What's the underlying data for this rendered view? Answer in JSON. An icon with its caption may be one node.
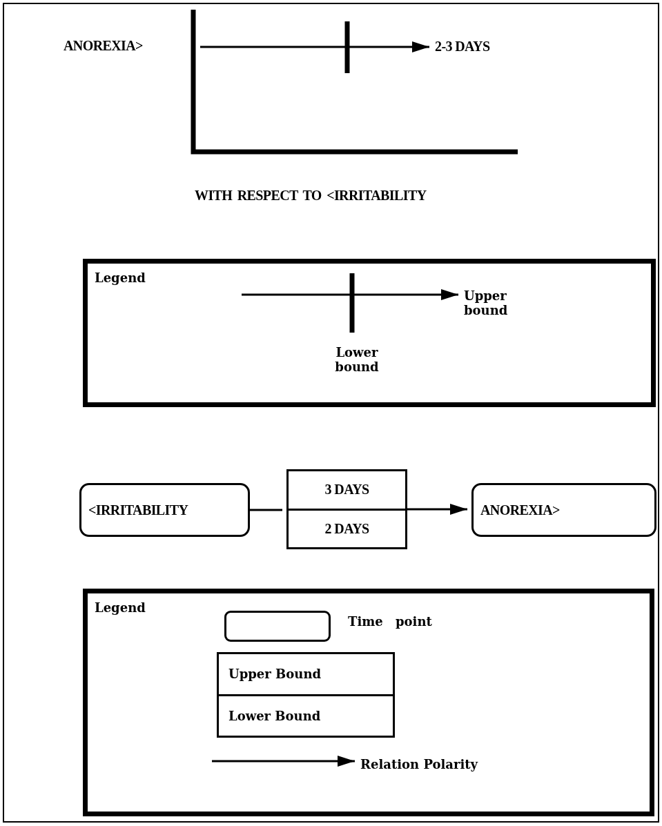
{
  "diagram": {
    "nodes": [
      {
        "text": [
          "2-3 DAYS"
        ]
      },
      {
        "text": [
          "Legend"
        ]
      },
      {
        "text": [
          "Upper bound"
        ],
        "in": 1
      },
      {
        "text": [
          "Lower bound"
        ],
        "in": 1
      },
      {
        "text": [
          "<IRRITABILITY"
        ]
      },
      {
        "text": [
          "3 DAYS",
          "2 DAYS"
        ]
      },
      {
        "text": [
          "ANOREXIA>"
        ]
      },
      {
        "text": [
          "Legend"
        ]
      },
      {
        "text": [],
        "shape": "box",
        "beside": [
          "Time point"
        ],
        "in": 7
      },
      {
        "text": [
          "Upper Bound",
          "Lower Bound"
        ],
        "in": 7
      },
      {
        "text": [
          "Relation Polarity"
        ],
        "in": 7
      }
    ],
    "edges": [
      {
        "from": null,
        "to": 0,
        "arrow": "to"
      },
      {
        "from": null,
        "to": 2,
        "arrow": "to"
      },
      {
        "from": 4,
        "to": 5,
        "arrow": "none"
      },
      {
        "from": 5,
        "to": 6,
        "arrow": "to"
      },
      {
        "from": null,
        "to": 10,
        "arrow": "to"
      }
    ],
    "labels": [
      "ANOREXIA>",
      "WITH RESPECT TO <IRRITABILITY"
    ]
  }
}
